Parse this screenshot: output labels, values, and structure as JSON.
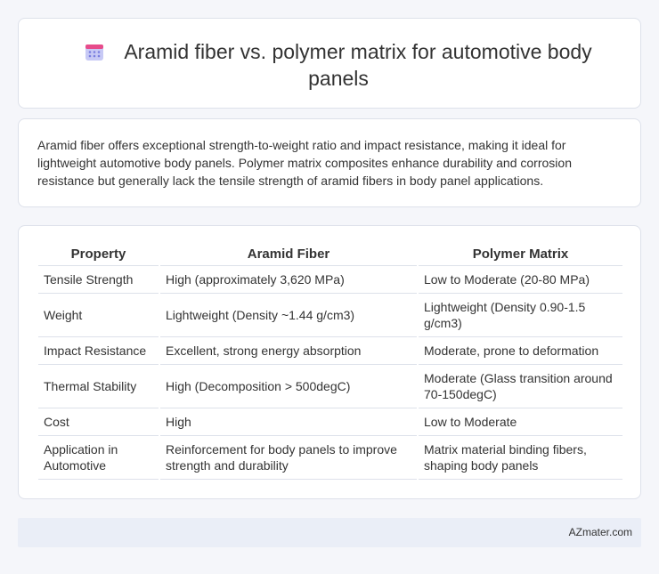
{
  "header": {
    "title": "Aramid fiber vs. polymer matrix for automotive body panels",
    "icon": "calendar-icon",
    "icon_colors": {
      "top": "#e74c8b",
      "body": "#c7c9f5",
      "dots": "#7a7fe0"
    }
  },
  "summary": {
    "text": "Aramid fiber offers exceptional strength-to-weight ratio and impact resistance, making it ideal for lightweight automotive body panels. Polymer matrix composites enhance durability and corrosion resistance but generally lack the tensile strength of aramid fibers in body panel applications."
  },
  "table": {
    "headers": [
      "Property",
      "Aramid Fiber",
      "Polymer Matrix"
    ],
    "rows": [
      [
        "Tensile Strength",
        "High (approximately 3,620 MPa)",
        "Low to Moderate (20-80 MPa)"
      ],
      [
        "Weight",
        "Lightweight (Density ~1.44 g/cm3)",
        "Lightweight (Density 0.90-1.5 g/cm3)"
      ],
      [
        "Impact Resistance",
        "Excellent, strong energy absorption",
        "Moderate, prone to deformation"
      ],
      [
        "Thermal Stability",
        "High (Decomposition > 500degC)",
        "Moderate (Glass transition around 70-150degC)"
      ],
      [
        "Cost",
        "High",
        "Low to Moderate"
      ],
      [
        "Application in Automotive",
        "Reinforcement for body panels to improve strength and durability",
        "Matrix material binding fibers, shaping body panels"
      ]
    ]
  },
  "footer": {
    "site": "AZmater.com"
  }
}
